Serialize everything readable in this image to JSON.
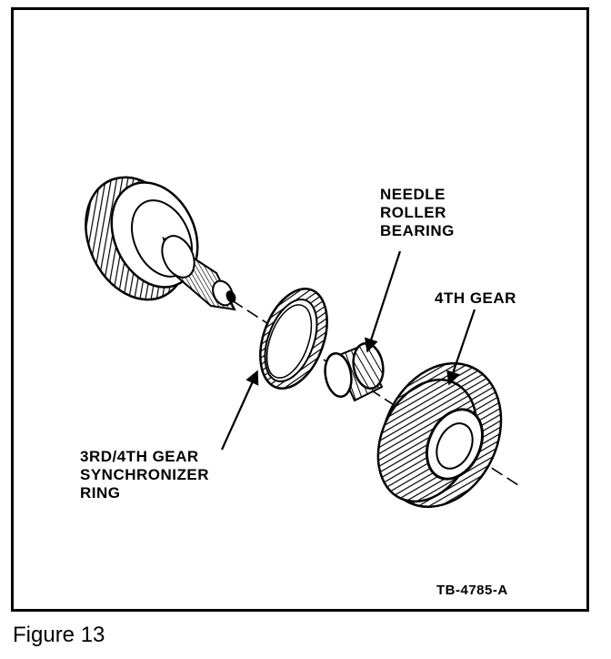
{
  "labels": {
    "needle_roller_bearing": [
      "NEEDLE",
      "ROLLER",
      "BEARING"
    ],
    "fourth_gear": "4TH GEAR",
    "synchronizer_ring": [
      "3RD/4TH GEAR",
      "SYNCHRONIZER",
      "RING"
    ]
  },
  "reference_code": "TB-4785-A",
  "caption": "Figure 13"
}
